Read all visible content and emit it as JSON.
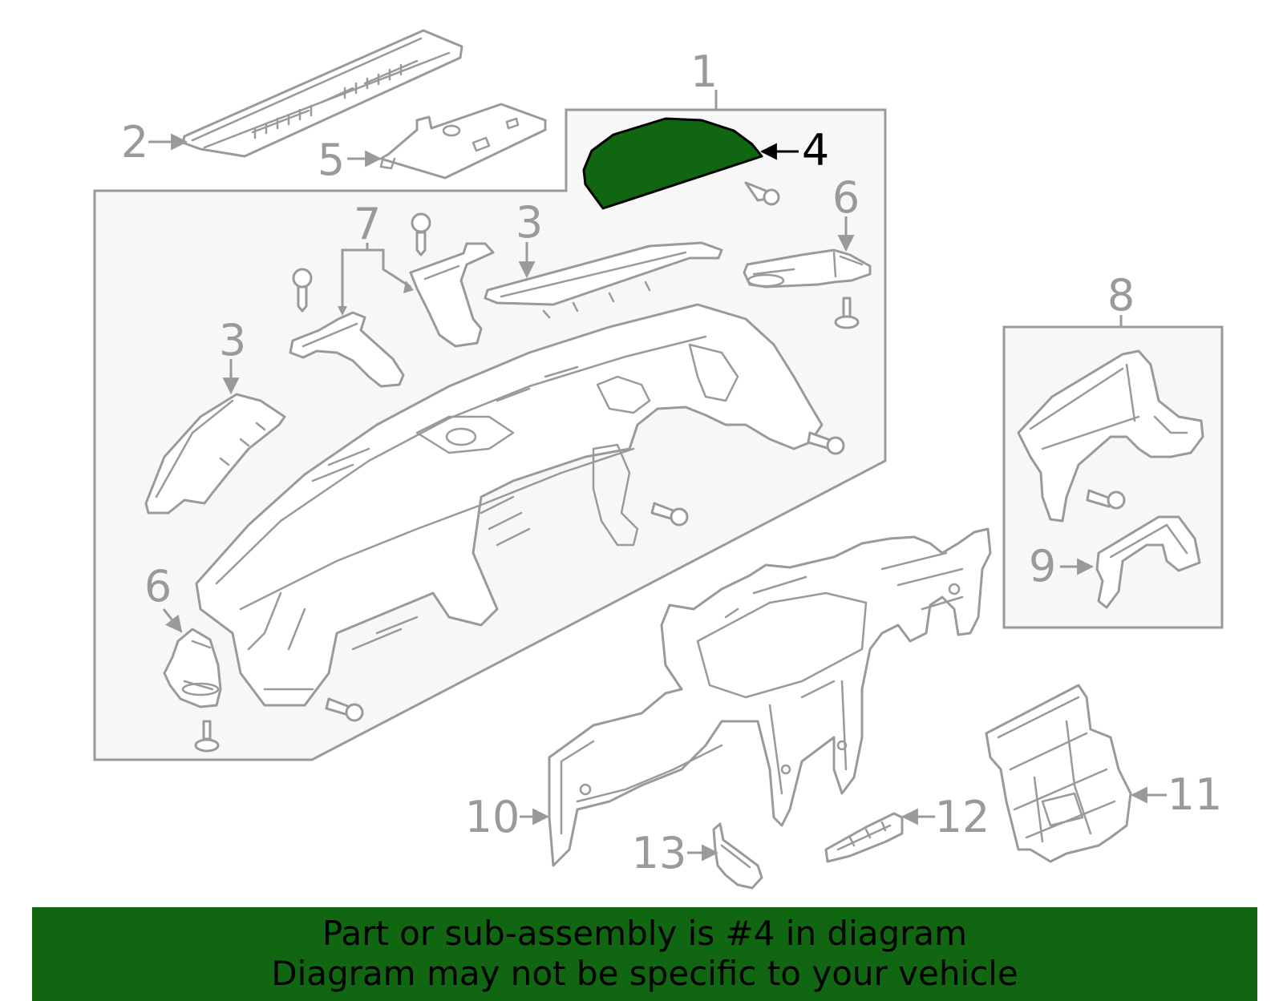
{
  "diagram": {
    "highlighted_part": "4",
    "highlight_color": "#116611",
    "line_color": "#9a9a9a",
    "callouts": {
      "c1": "1",
      "c2": "2",
      "c3a": "3",
      "c3b": "3",
      "c4": "4",
      "c5": "5",
      "c6a": "6",
      "c6b": "6",
      "c7": "7",
      "c8": "8",
      "c9": "9",
      "c10": "10",
      "c11": "11",
      "c12": "12",
      "c13": "13"
    }
  },
  "banner": {
    "line1": "Part or sub-assembly is #4 in diagram",
    "line2": "Diagram may not be specific to your vehicle",
    "background": "#116611"
  }
}
